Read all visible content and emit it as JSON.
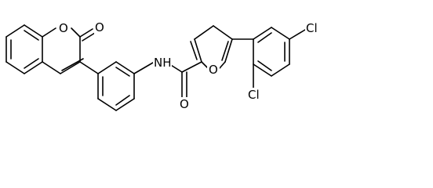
{
  "molecule": {
    "atoms": {
      "ring_o": "O",
      "carbonyl_o_coumarin": "O",
      "nh": "NH",
      "furan_o": "O",
      "amide_o": "O",
      "cl_top": "Cl",
      "cl_bottom": "Cl"
    }
  }
}
